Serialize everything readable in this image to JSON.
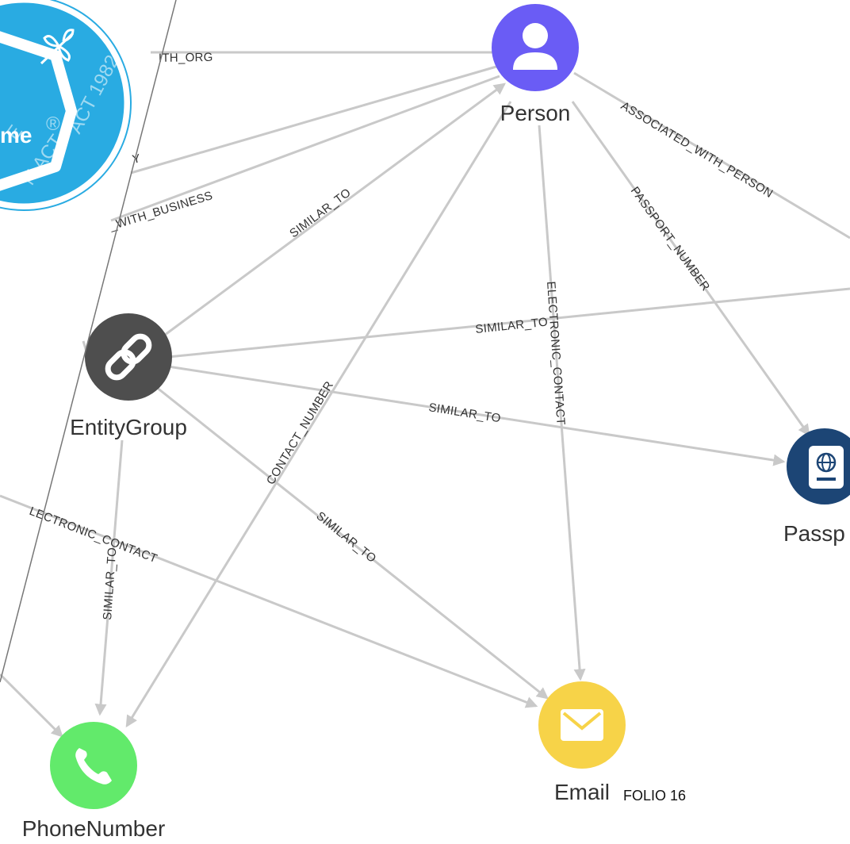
{
  "colors": {
    "person": "#6a5cf5",
    "entity_group": "#4e4e4e",
    "passport": "#1c4575",
    "email": "#f7d348",
    "phone": "#62ea6b",
    "stamp": "#29abe2",
    "edge": "#c9c9c9"
  },
  "nodes": {
    "person": {
      "label": "Person",
      "icon": "person-icon"
    },
    "entity_group": {
      "label": "EntityGroup",
      "icon": "link-icon"
    },
    "passport": {
      "label": "Passp",
      "icon": "passport-globe-icon"
    },
    "email": {
      "label": "Email",
      "icon": "envelope-icon"
    },
    "phone": {
      "label": "PhoneNumber",
      "icon": "phone-icon"
    }
  },
  "edges": {
    "with_org": "ITH_ORG",
    "partial_y": "Y",
    "with_business": "_WITH_BUSINESS",
    "similar_to_person_group": "SIMILAR_TO",
    "associated_with_person": "ASSOCIATED_WITH_PERSON",
    "passport_number": "PASSPORT_NUMBER",
    "electronic_contact_person": "ELECTRONIC_CONTACT",
    "similar_to_group_right": "SIMILAR_TO",
    "similar_to_group_passport": "SIMILAR_TO",
    "contact_number": "CONTACT_NUMBER",
    "similar_to_group_email": "SIMILAR_TO",
    "similar_to_group_phone": "SIMILAR_TO",
    "electronic_contact_left": "LECTRONIC_CONTACT"
  },
  "stamp": {
    "brand": "me",
    "registered": "®",
    "text": "ACT 1982",
    "text_left": "N ACT",
    "text_e": "E",
    "icon": "dragonfly-icon"
  },
  "folio": "FOLIO 16"
}
